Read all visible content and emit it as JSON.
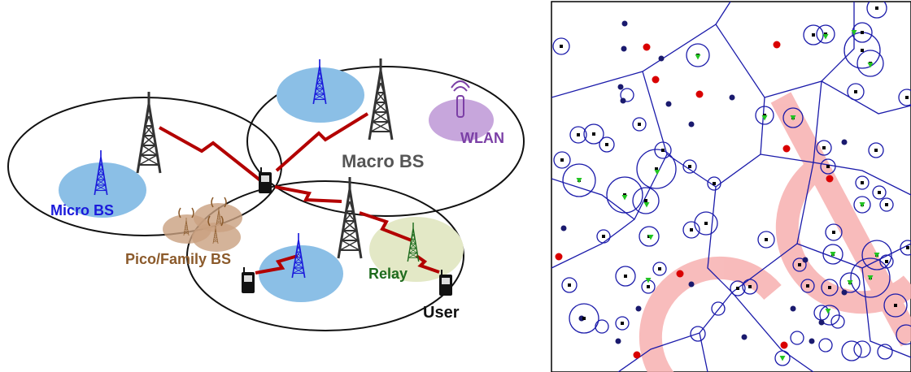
{
  "left_diagram": {
    "labels": {
      "macro_bs": "Macro BS",
      "micro_bs": "Micro BS",
      "pico_family_bs": "Pico/Family BS",
      "wlan": "WLAN",
      "relay": "Relay",
      "user": "User"
    }
  },
  "right_diagram": {
    "description_free": true,
    "watermark_text": "Cel"
  },
  "colors": {
    "macro_tower": "#333333",
    "micro": "#1a1adb",
    "micro_zone": "#8bbfe6",
    "pico": "#8b5a2b",
    "pico_zone": "#c9a07f",
    "wlan": "#7b3fa6",
    "wlan_zone": "#c7a6dc",
    "relay": "#1e6b1e",
    "relay_zone": "#e3e8c6",
    "link": "#b30000",
    "voronoi": "#1a1aaa",
    "user_dot": "#d90000",
    "green_marker": "#22c422",
    "watermark": "#f7b0b0"
  }
}
